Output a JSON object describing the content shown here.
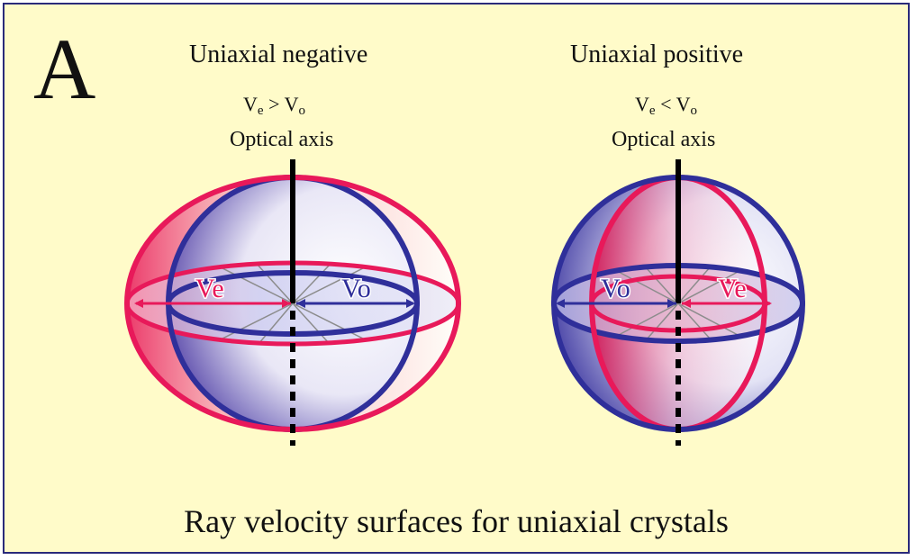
{
  "panel_letter": "A",
  "left": {
    "heading": "Uniaxial negative",
    "relation": {
      "lhs": "V",
      "lhs_sub": "e",
      "op": ">",
      "rhs": "V",
      "rhs_sub": "o"
    },
    "axis_label": "Optical axis",
    "labels": {
      "ve": "Ve",
      "vo": "Vo"
    }
  },
  "right": {
    "heading": "Uniaxial positive",
    "relation": {
      "lhs": "V",
      "lhs_sub": "e",
      "op": "<",
      "rhs": "V",
      "rhs_sub": "o"
    },
    "axis_label": "Optical axis",
    "labels": {
      "vo": "Vo",
      "ve": "Ve"
    }
  },
  "caption": "Ray velocity surfaces for uniaxial crystals",
  "colors": {
    "background": "#fffbc9",
    "border": "#2a2a7a",
    "extraordinary": "#e8195a",
    "ordinary": "#2f2f9a",
    "axis": "#000000"
  }
}
